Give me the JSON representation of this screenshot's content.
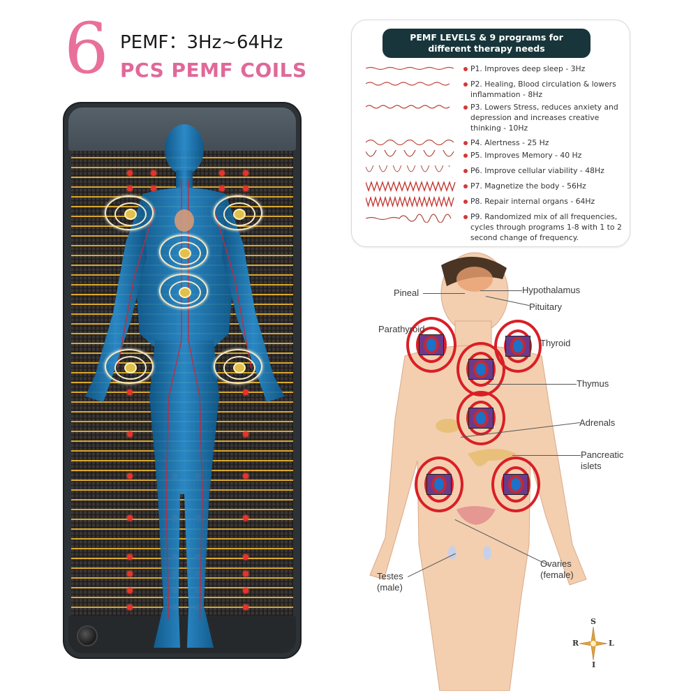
{
  "header": {
    "coil_count": "6",
    "frequency_range": "PEMF：3Hz~64Hz",
    "coil_label": "PCS PEMF COILS"
  },
  "colors": {
    "pink_accent": "#e8709a",
    "card_title_bg": "#17353a",
    "wave_color": "#c0483c",
    "coil_red": "#d91f26",
    "mat_dark": "#2d3236",
    "mat_stripe_gold": "#d8a82c"
  },
  "mat": {
    "coils": [
      {
        "position": "left-shoulder"
      },
      {
        "position": "right-shoulder"
      },
      {
        "position": "upper-chest"
      },
      {
        "position": "lower-chest"
      },
      {
        "position": "left-hip"
      },
      {
        "position": "right-hip"
      }
    ],
    "control_knob": "knob-icon"
  },
  "programs_card": {
    "title_line1": "PEMF LEVELS & 9 programs for",
    "title_line2": "different therapy needs",
    "programs": [
      {
        "id": "P1",
        "text": "P1. Improves deep sleep - 3Hz",
        "freq_hz": 3
      },
      {
        "id": "P2",
        "text": "P2. Healing, Blood circulation & lowers inflammation - 8Hz",
        "freq_hz": 8
      },
      {
        "id": "P3",
        "text": "P3. Lowers Stress, reduces anxiety and depression and increases creative thinking - 10Hz",
        "freq_hz": 10
      },
      {
        "id": "P4",
        "text": "P4. Alertness - 25 Hz",
        "freq_hz": 25
      },
      {
        "id": "P5",
        "text": "P5. Improves Memory - 40 Hz",
        "freq_hz": 40
      },
      {
        "id": "P6",
        "text": "P6. Improve cellular viability - 48Hz",
        "freq_hz": 48
      },
      {
        "id": "P7",
        "text": "P7. Magnetize the body - 56Hz",
        "freq_hz": 56
      },
      {
        "id": "P8",
        "text": "P8. Repair internal organs - 64Hz",
        "freq_hz": 64
      },
      {
        "id": "P9",
        "text": "P9. Randomized mix of all frequencies, cycles through programs 1-8 with 1 to 2 second change of frequency.",
        "freq_hz": null
      }
    ]
  },
  "anatomy": {
    "labels": {
      "pineal": "Pineal",
      "hypothalamus": "Hypothalamus",
      "pituitary": "Pituitary",
      "parathyroid": "Parathyroid",
      "thyroid": "Thyroid",
      "thymus": "Thymus",
      "adrenals": "Adrenals",
      "pancreatic_1": "Pancreatic",
      "pancreatic_2": "islets",
      "ovaries_1": "Ovaries",
      "ovaries_2": "(female)",
      "testes_1": "Testes",
      "testes_2": "(male)"
    },
    "compass": {
      "top": "S",
      "left": "R",
      "right": "L",
      "bottom": "I"
    }
  }
}
